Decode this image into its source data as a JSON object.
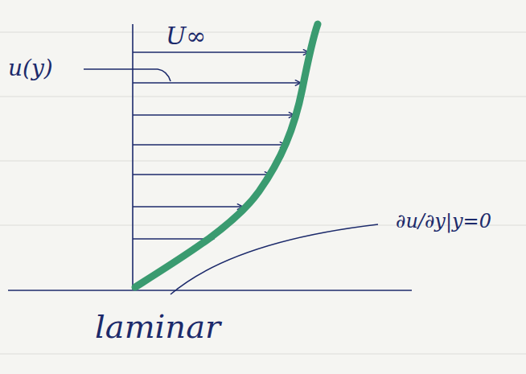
{
  "diagram": {
    "labels": [
      "U∞",
      "u(y)",
      "∂u/∂y|y=0",
      "laminar"
    ]
  }
}
